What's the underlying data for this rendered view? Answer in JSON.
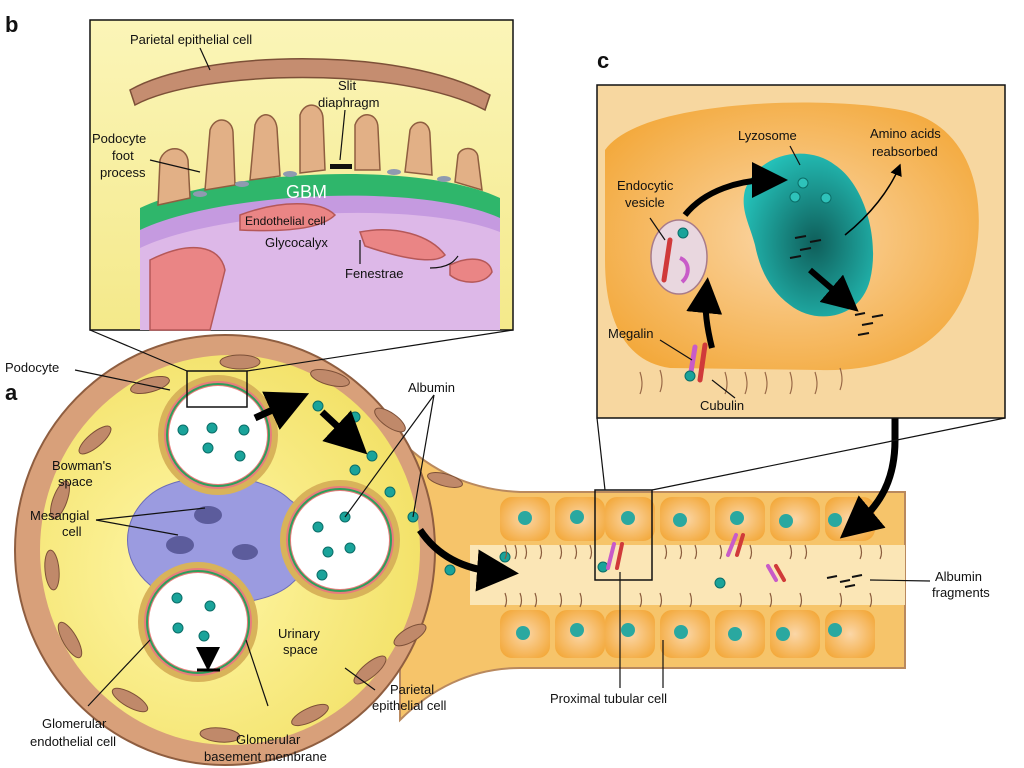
{
  "panels": {
    "a": "a",
    "b": "b",
    "c": "c"
  },
  "labels_a": {
    "podocyte": "Podocyte",
    "bowmans_space_1": "Bowman's",
    "bowmans_space_2": "space",
    "mesangial_1": "Mesangial",
    "mesangial_2": "cell",
    "albumin": "Albumin",
    "urinary_1": "Urinary",
    "urinary_2": "space",
    "parietal_1": "Parietal",
    "parietal_2": "epithelial cell",
    "glom_endo_1": "Glomerular",
    "glom_endo_2": "endothelial cell",
    "gbm_1": "Glomerular",
    "gbm_2": "basement membrane",
    "proximal": "Proximal tubular cell",
    "fragments_1": "Albumin",
    "fragments_2": "fragments"
  },
  "labels_b": {
    "parietal": "Parietal epithelial cell",
    "slit_1": "Slit",
    "slit_2": "diaphragm",
    "foot_1": "Podocyte",
    "foot_2": "foot",
    "foot_3": "process",
    "gbm": "GBM",
    "endothelial": "Endothelial cell",
    "glycocalyx": "Glycocalyx",
    "fenestrae": "Fenestrae"
  },
  "labels_c": {
    "lyzosome": "Lyzosome",
    "amino_1": "Amino acids",
    "amino_2": "reabsorbed",
    "endocytic_1": "Endocytic",
    "endocytic_2": "vesicle",
    "megalin": "Megalin",
    "cubulin": "Cubulin"
  },
  "colors": {
    "albumin": "#1aa39a",
    "capsule": "#c98b67",
    "tubule": "#f2b24b",
    "mesangium": "#8f8fd8",
    "gbm": "#35b36b",
    "lysosome": "#1fb8b0",
    "megalin": "#d03a3a",
    "cubulin": "#c85bc8"
  }
}
